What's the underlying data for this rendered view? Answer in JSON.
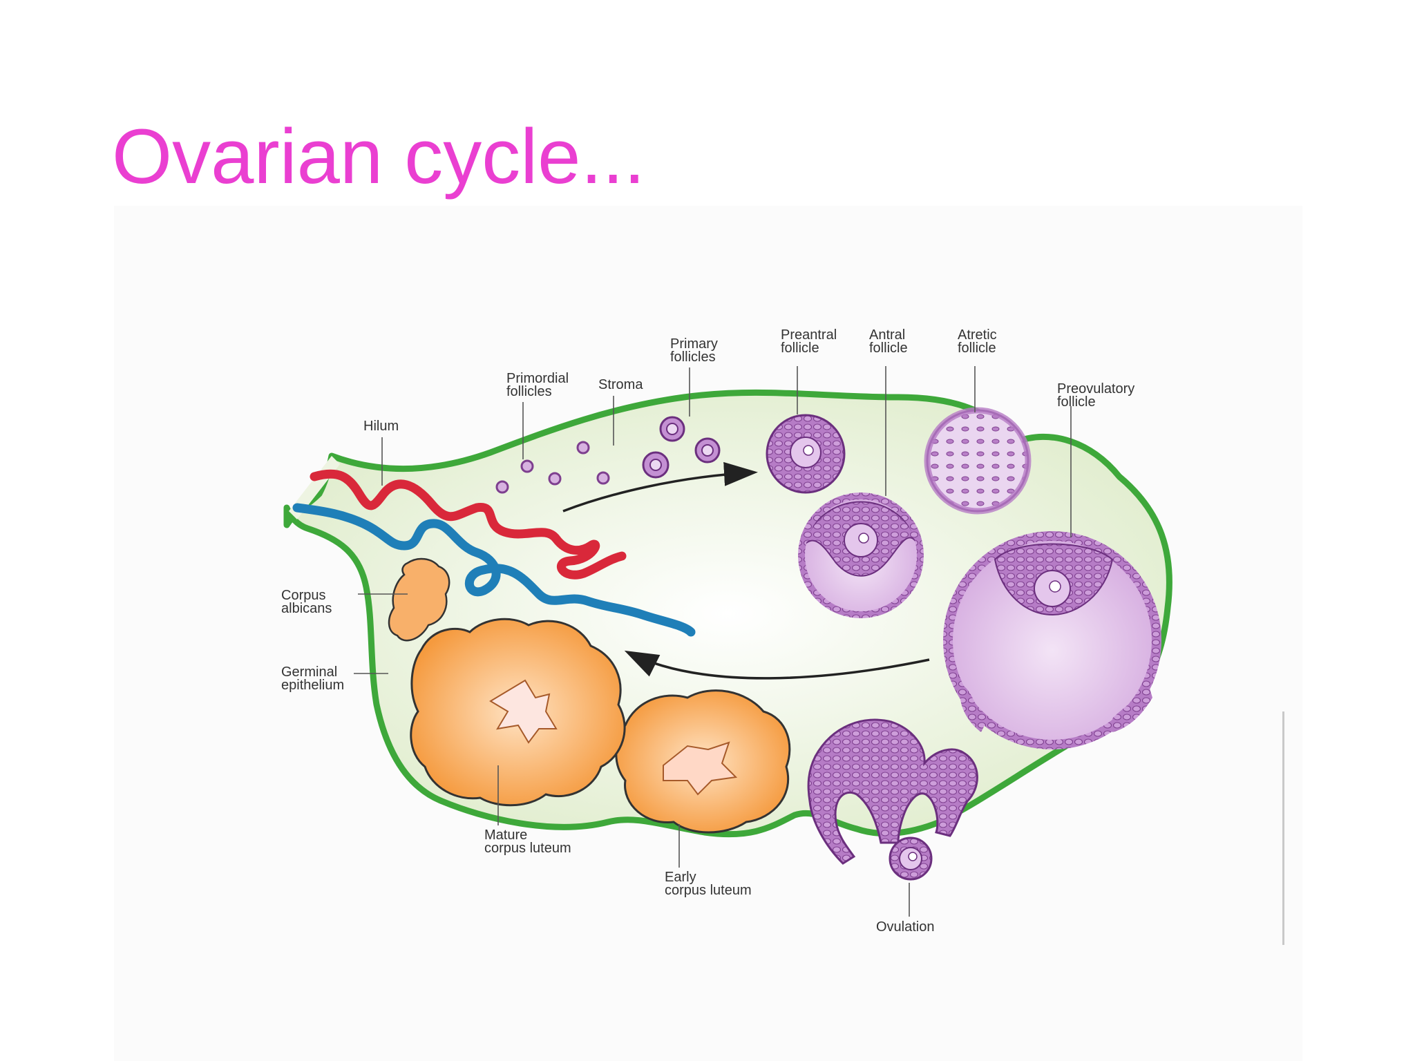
{
  "slide": {
    "title": "Ovarian cycle..."
  },
  "labels": {
    "hilum": [
      "Hilum"
    ],
    "primordial": [
      "Primordial",
      "follicles"
    ],
    "stroma": [
      "Stroma"
    ],
    "primary": [
      "Primary",
      "follicles"
    ],
    "preantral": [
      "Preantral",
      "follicle"
    ],
    "antral": [
      "Antral",
      "follicle"
    ],
    "atretic": [
      "Atretic",
      "follicle"
    ],
    "preovulatory": [
      "Preovulatory",
      "follicle"
    ],
    "corpus_albicans": [
      "Corpus",
      "albicans"
    ],
    "germinal": [
      "Germinal",
      "epithelium"
    ],
    "mature_cl": [
      "Mature",
      "corpus luteum"
    ],
    "early_cl": [
      "Early",
      "corpus luteum"
    ],
    "ovulation": [
      "Ovulation"
    ]
  },
  "colors": {
    "title": "#ea3fd1",
    "ovary_outline": "#3ea83a",
    "stroma": "#e6efd6",
    "follicle": "#c590d2",
    "granulosa": "#a868b8",
    "corpus_luteum": "#f7a04a",
    "artery": "#d9283a",
    "vein": "#1f7fb8"
  }
}
